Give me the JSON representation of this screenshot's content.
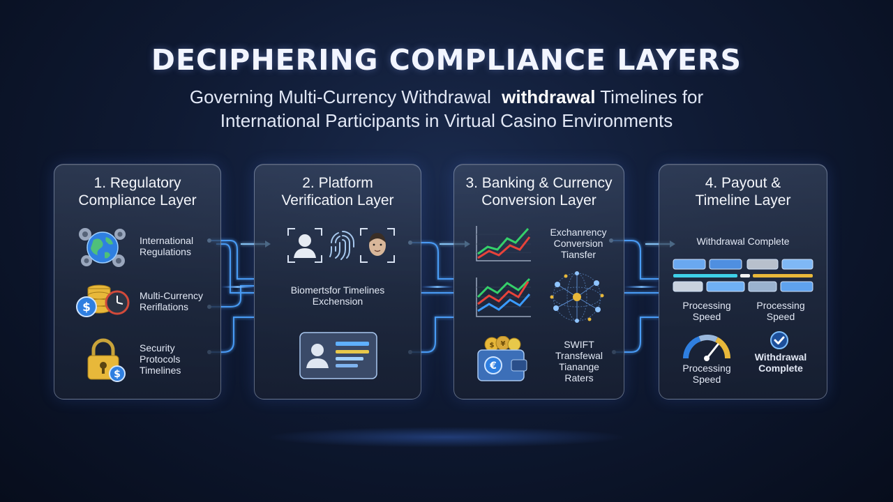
{
  "title": "DECIPHERING COMPLIANCE LAYERS",
  "subtitle": {
    "line1_part1": "Governing Multi-Currency Withdrawal",
    "line1_bold": "withdrawal",
    "line1_part2": "Timelines for",
    "line2": "International Participants in Virtual Casino Environments"
  },
  "colors": {
    "accent_glow": "#3a8cff",
    "chart_green": "#35d06a",
    "chart_red": "#e8433a",
    "chart_blue": "#3a9bff",
    "gold": "#e8b83a"
  },
  "panels": [
    {
      "title_line1": "1. Regulatory",
      "title_line2": "Compliance Layer",
      "items": [
        {
          "icon": "globe-gears-icon",
          "line1": "International",
          "line2": "Regulations"
        },
        {
          "icon": "coins-clock-icon",
          "line1": "Multi-Currency",
          "line2": "Reriflations"
        },
        {
          "icon": "padlock-dollar-icon",
          "line1": "Security",
          "line2": "Protocols",
          "line3": "Timelines"
        }
      ]
    },
    {
      "title_line1": "2. Platform",
      "title_line2": "Verification Layer",
      "icons": [
        "user-scan-icon",
        "fingerprint-icon",
        "face-scan-icon",
        "id-card-icon"
      ],
      "label_line1": "Biomertsfor Timelines",
      "label_line2": "Exchension"
    },
    {
      "title_line1": "3. Banking & Currency",
      "title_line2": "Conversion Layer",
      "items": [
        {
          "icon": "line-chart-icon",
          "line1": "Exchanrency",
          "line2": "Conversion",
          "line3": "Tiansfer"
        },
        {
          "icon": "trend-chart-icon",
          "icon2": "network-globe-icon"
        },
        {
          "icon": "wallet-coins-icon",
          "line1": "SWIFT",
          "line2": "Transfewal",
          "line3": "Tianange",
          "line4": "Raters"
        }
      ]
    },
    {
      "title_line1": "4. Payout &",
      "title_line2": "Timeline Layer",
      "header_label": "Withdrawal Complete",
      "progress_label_left_1": "Processing",
      "progress_label_left_2": "Speed",
      "progress_label_right_1": "Processing",
      "progress_label_right_2": "Speed",
      "gauge_label_1": "Processing",
      "gauge_label_2": "Speed",
      "check_label_1": "Withdrawal",
      "check_label_2": "Complete",
      "icons": [
        "progress-bars-icon",
        "gauge-icon",
        "check-circle-icon"
      ]
    }
  ]
}
